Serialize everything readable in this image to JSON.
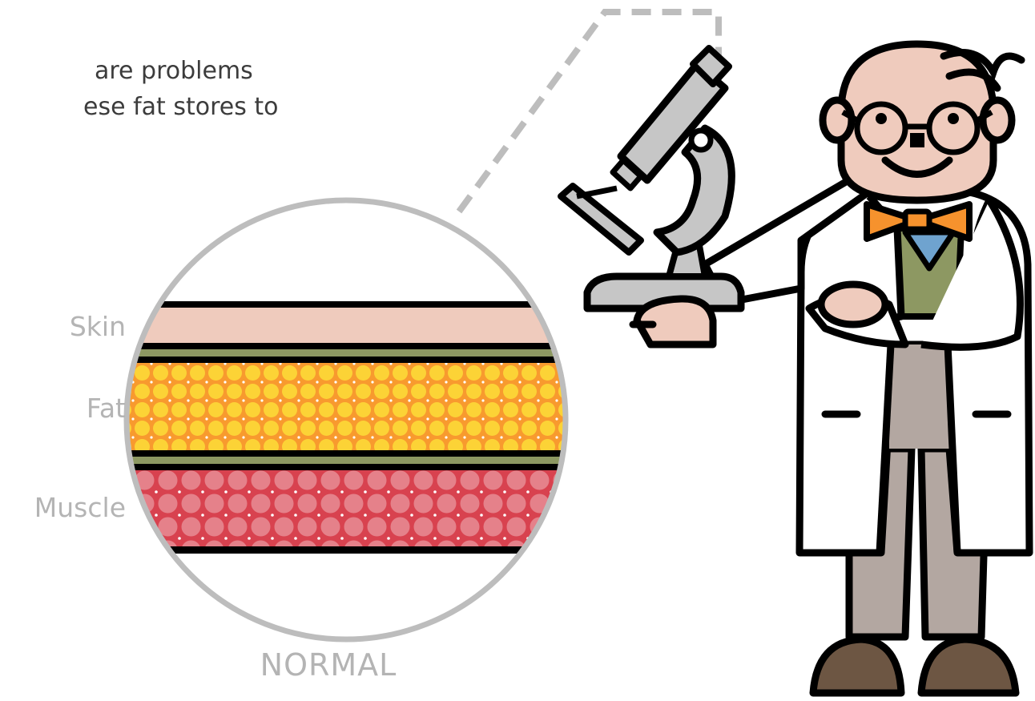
{
  "intro_text": {
    "line1": "are problems",
    "line2": "ese fat stores to"
  },
  "layer_labels": {
    "skin": "Skin",
    "fat": "Fat",
    "muscle": "Muscle"
  },
  "circle_caption": "NORMAL",
  "colors": {
    "skin": "#efcbbd",
    "fat": "#f89a2e",
    "fat_dots": "#fcd336",
    "muscle": "#d8424f",
    "muscle_dots": "#e5818a",
    "fascia": "#8d9862",
    "lens_border": "#bdbdbd",
    "microscope": "#c6c6c6",
    "bow_tie": "#f6922d",
    "vest": "#8d9862",
    "shirt": "#6fa3cf",
    "trousers": "#b3a7a1",
    "shoes": "#6d5643",
    "label_gray": "#b4b4b4"
  },
  "icons": [
    "scientist-illustration",
    "microscope-illustration",
    "magnifier-lens"
  ]
}
